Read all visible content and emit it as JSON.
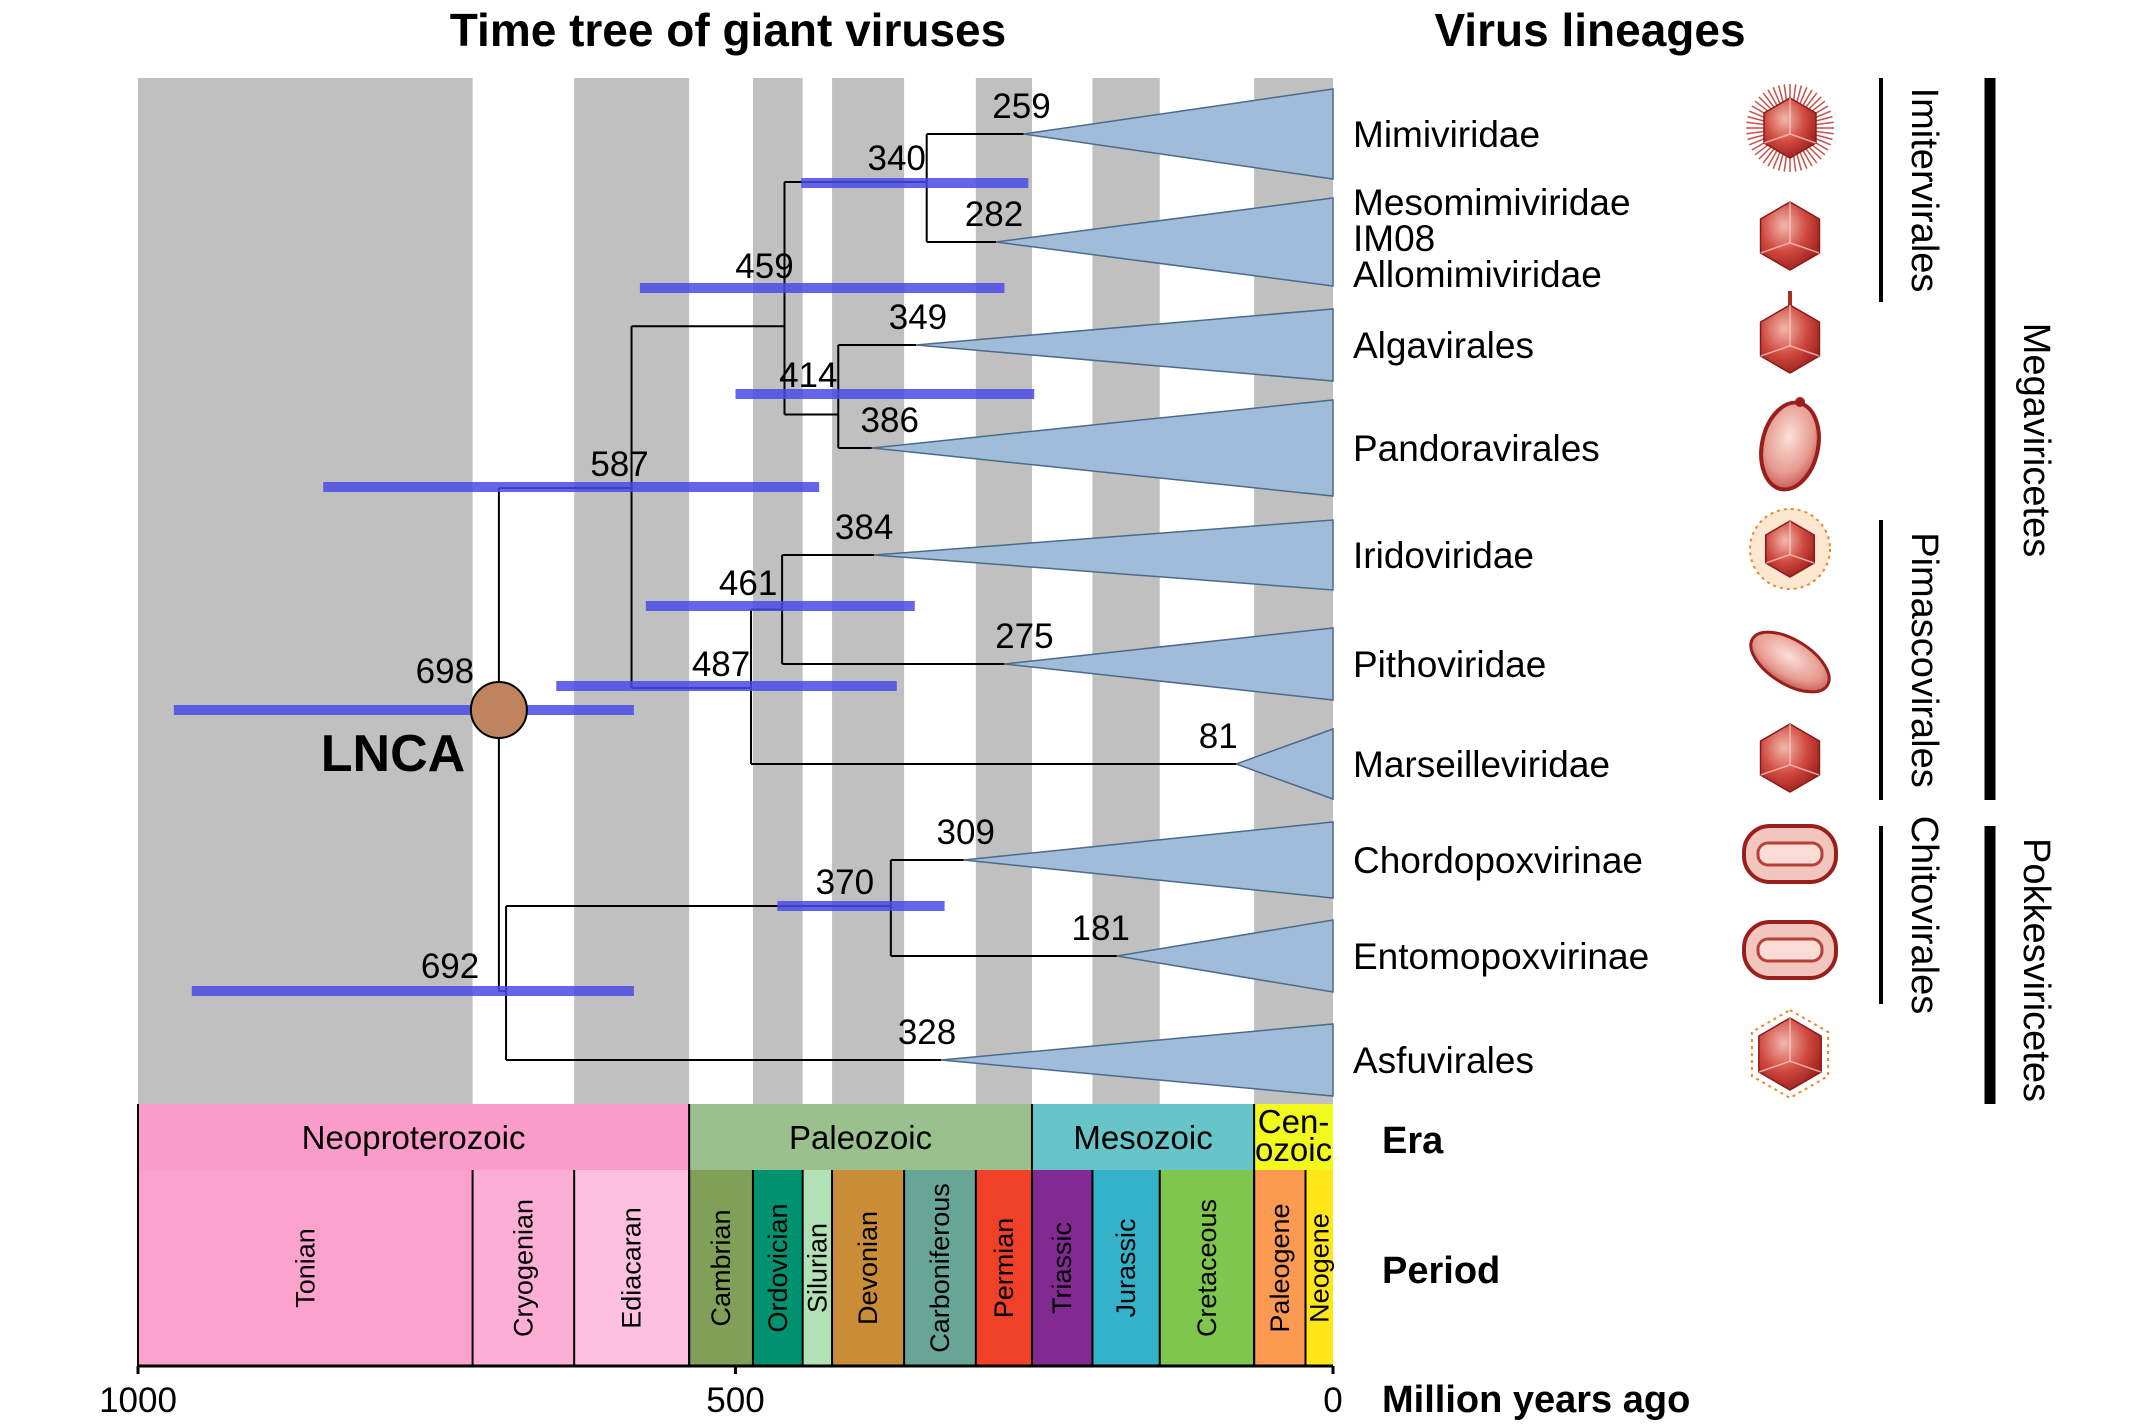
{
  "titles": {
    "left": "Time tree of giant viruses",
    "right": "Virus lineages"
  },
  "axis": {
    "label": "Million years ago",
    "range_mya": [
      1000,
      0
    ],
    "ticks": [
      1000,
      500,
      0
    ]
  },
  "row_labels": {
    "era": "Era",
    "period": "Period"
  },
  "lnca": {
    "label": "LNCA",
    "color": "#c0835f"
  },
  "colors": {
    "shade": "#c0c0c0",
    "ci_bar": "#4a4ae6",
    "triangle": "#9fbcd9",
    "triangle_recent": "#7f9fbf",
    "virion": "#c0302e"
  },
  "shaded_periods_mya": [
    [
      1000,
      720
    ],
    [
      635,
      538.8
    ],
    [
      485.4,
      443.8
    ],
    [
      419.2,
      358.9
    ],
    [
      298.9,
      251.9
    ],
    [
      201.3,
      145
    ],
    [
      66,
      23
    ],
    [
      23,
      0
    ]
  ],
  "eras": [
    {
      "name": "Neoproterozoic",
      "start": 1000,
      "end": 538.8,
      "color": "#fc9ccb"
    },
    {
      "name": "Paleozoic",
      "start": 538.8,
      "end": 251.9,
      "color": "#99c08d"
    },
    {
      "name": "Mesozoic",
      "start": 251.9,
      "end": 66,
      "color": "#67c5ca"
    },
    {
      "name": "Cen-\nozoic",
      "start": 66,
      "end": 0,
      "color": "#f2f91d"
    }
  ],
  "periods": [
    {
      "name": "Tonian",
      "start": 1000,
      "end": 720,
      "color": "#fda2cd"
    },
    {
      "name": "Cryogenian",
      "start": 720,
      "end": 635,
      "color": "#fdaed5"
    },
    {
      "name": "Ediacaran",
      "start": 635,
      "end": 538.8,
      "color": "#fdc0de"
    },
    {
      "name": "Cambrian",
      "start": 538.8,
      "end": 485.4,
      "color": "#7fa056"
    },
    {
      "name": "Ordovician",
      "start": 485.4,
      "end": 443.8,
      "color": "#009270"
    },
    {
      "name": "Silurian",
      "start": 443.8,
      "end": 419.2,
      "color": "#b3e1b6"
    },
    {
      "name": "Devonian",
      "start": 419.2,
      "end": 358.9,
      "color": "#cb8c37"
    },
    {
      "name": "Carboniferous",
      "start": 358.9,
      "end": 298.9,
      "color": "#67a599"
    },
    {
      "name": "Permian",
      "start": 298.9,
      "end": 251.9,
      "color": "#f04028"
    },
    {
      "name": "Triassic",
      "start": 251.9,
      "end": 201.3,
      "color": "#812b92"
    },
    {
      "name": "Jurassic",
      "start": 201.3,
      "end": 145,
      "color": "#34b2c9"
    },
    {
      "name": "Cretaceous",
      "start": 145,
      "end": 66,
      "color": "#7fc64e"
    },
    {
      "name": "Paleogene",
      "start": 66,
      "end": 23,
      "color": "#fd9a52"
    },
    {
      "name": "Neogene",
      "start": 23,
      "end": 0,
      "color": "#ffe619"
    }
  ],
  "lineages": [
    {
      "name": "Mimiviridae",
      "node_age": 259,
      "icon": "fibrous-icosahedral-virion-icon"
    },
    {
      "name": "Mesomimiviridae\nIM08\nAllomimiviridae",
      "node_age": 282,
      "icon": "icosahedral-virion-icon"
    },
    {
      "name": "Algavirales",
      "node_age": 349,
      "icon": "spiked-icosahedral-virion-icon"
    },
    {
      "name": "Pandoravirales",
      "node_age": 386,
      "icon": "amphora-virion-icon"
    },
    {
      "name": "Iridoviridae",
      "node_age": 384,
      "icon": "enveloped-icosahedral-virion-icon"
    },
    {
      "name": "Pithoviridae",
      "node_age": 275,
      "icon": "oval-virion-icon"
    },
    {
      "name": "Marseilleviridae",
      "node_age": 81,
      "icon": "icosahedral-virion-icon"
    },
    {
      "name": "Chordopoxvirinae",
      "node_age": 309,
      "icon": "brick-shaped-virion-icon"
    },
    {
      "name": "Entomopoxvirinae",
      "node_age": 181,
      "icon": "brick-shaped-virion-icon"
    },
    {
      "name": "Asfuvirales",
      "node_age": 328,
      "icon": "hexagonal-virion-icon"
    }
  ],
  "internal_nodes": [
    {
      "id": "n340",
      "age": 340,
      "ci": [
        445,
        255
      ]
    },
    {
      "id": "n459",
      "age": 459,
      "ci": [
        580,
        275
      ]
    },
    {
      "id": "n414",
      "age": 414,
      "ci": [
        500,
        250
      ]
    },
    {
      "id": "n587",
      "age": 587,
      "ci": [
        845,
        430
      ]
    },
    {
      "id": "n461",
      "age": 461,
      "ci": [
        575,
        350
      ]
    },
    {
      "id": "n487",
      "age": 487,
      "ci": [
        650,
        365
      ]
    },
    {
      "id": "n698",
      "age": 698,
      "ci": [
        970,
        585
      ]
    },
    {
      "id": "n370",
      "age": 370,
      "ci": [
        465,
        325
      ]
    },
    {
      "id": "n692",
      "age": 692,
      "ci": [
        955,
        585
      ]
    }
  ],
  "clades": [
    {
      "name": "Imitervirales",
      "level": "order"
    },
    {
      "name": "Pimascovirales",
      "level": "order"
    },
    {
      "name": "Chitovirales",
      "level": "order"
    },
    {
      "name": "Megaviricetes",
      "level": "class"
    },
    {
      "name": "Pokkesviricetes",
      "level": "class"
    }
  ]
}
